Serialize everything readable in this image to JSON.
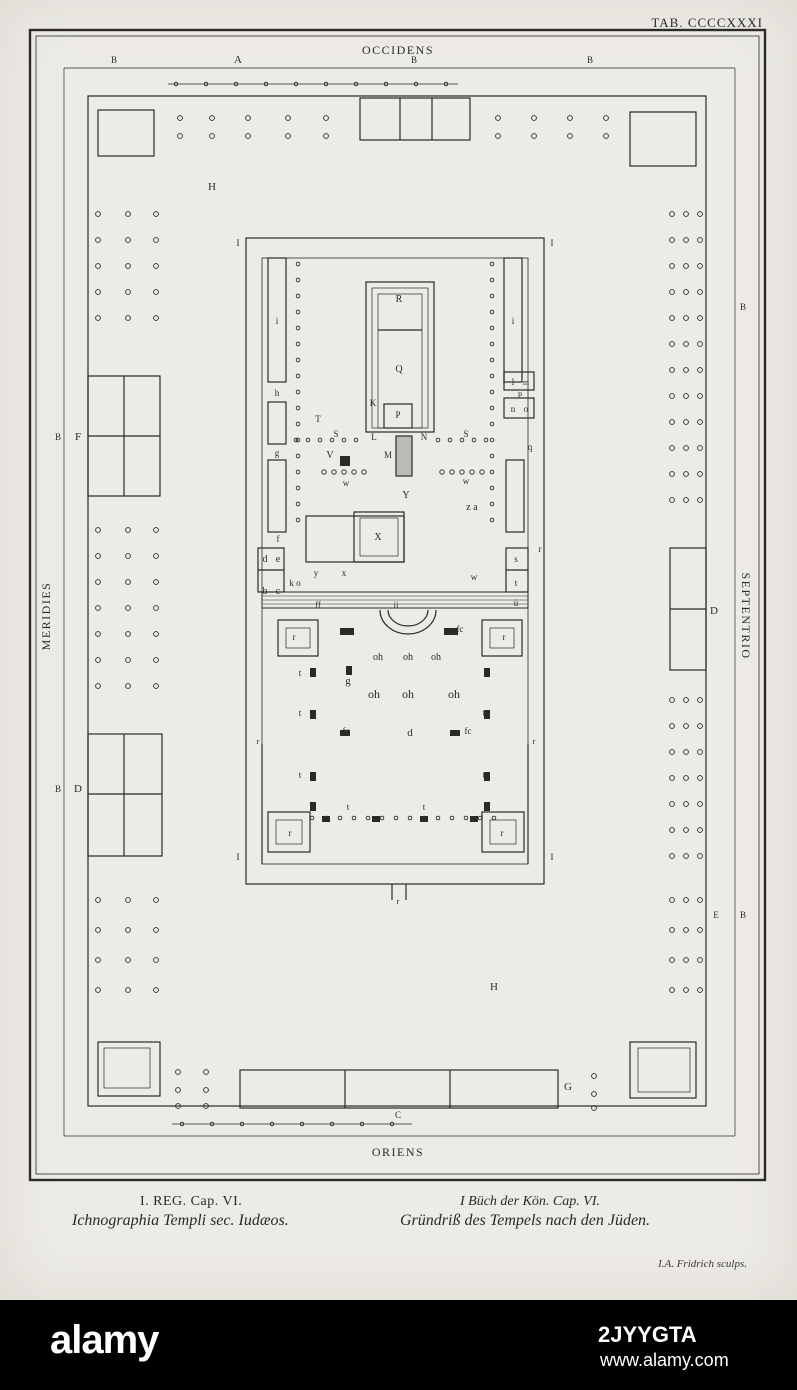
{
  "plate": {
    "number": "TAB. CCCCXXXI"
  },
  "compass": {
    "west": "OCCIDENS",
    "east": "ORIENS",
    "south": "MERIDIES",
    "north": "SEPTENTRIO"
  },
  "plan_letters": {
    "A": "A",
    "B": "B",
    "C": "C",
    "D": "D",
    "E": "E",
    "F": "F",
    "G": "G",
    "H": "H",
    "I": "I",
    "K": "K",
    "L": "L",
    "M": "M",
    "N": "N",
    "P": "P",
    "Q": "Q",
    "R": "R",
    "S": "S",
    "T": "T",
    "V": "V",
    "X": "X",
    "Y": "Y",
    "Za": "z a",
    "a": "a",
    "b": "b",
    "c": "c",
    "d": "d",
    "e": "e",
    "f": "f",
    "g": "g",
    "h": "h",
    "i": "i",
    "l": "l",
    "m": "m",
    "n": "n",
    "o": "o",
    "q": "q",
    "r": "r",
    "s": "s",
    "t": "t",
    "w": "w",
    "x": "x",
    "y": "y",
    "u": "ü",
    "ko": "k o",
    "oh": "oh",
    "ff": "ff",
    "fc": "fc",
    "ii": "ii"
  },
  "caption": {
    "left_line1": "I. REG. Cap. VI.",
    "left_line2": "Ichnographia Templi sec. Iudæos.",
    "right_line1": "I Büch der Kön. Cap. VI.",
    "right_line2": "Gründriß des Tempels nach den Jüden."
  },
  "engraver": "I.A. Fridrich sculps.",
  "watermark": {
    "brand": "alamy",
    "image_id": "2JYYGTA",
    "site": "www.alamy.com"
  },
  "colors": {
    "ink": "#2b2a27",
    "paper": "#edebe6",
    "footer": "#000000"
  }
}
